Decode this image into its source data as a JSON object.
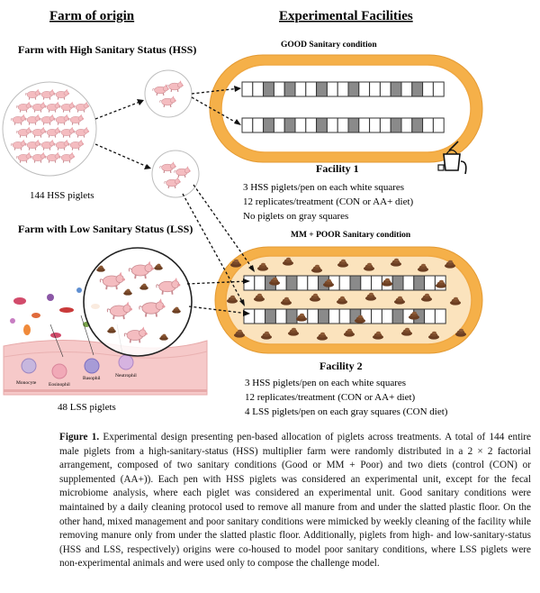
{
  "headings": {
    "farm_of_origin": "Farm of origin",
    "experimental_facilities": "Experimental Facilities"
  },
  "farm_hss": {
    "title": "Farm with High Sanitary Status (HSS)",
    "count_label": "144 HSS piglets"
  },
  "farm_lss": {
    "title": "Farm with Low Sanitary Status (LSS)",
    "count_label": "48 LSS piglets",
    "cells": {
      "monocyte": "Monocyte",
      "eosinophil": "Eosinophil",
      "basophil": "Basophil",
      "neutrophil": "Neutrophil"
    }
  },
  "facility1": {
    "condition": "GOOD Sanitary condition",
    "title": "Facility 1",
    "notes": [
      "3 HSS piglets/pen on each white squares",
      "12 replicates/treatment (CON or AA+ diet)",
      "No piglets on gray squares"
    ]
  },
  "facility2": {
    "condition": "MM + POOR Sanitary condition",
    "title": "Facility 2",
    "notes": [
      "3 HSS piglets/pen on each white squares",
      "12 replicates/treatment (CON or AA+ diet)",
      "4 LSS piglets/pen on each gray squares (CON diet)"
    ]
  },
  "caption": {
    "label": "Figure 1.",
    "text": "Experimental design presenting pen-based allocation of piglets across treatments. A total of 144 entire male piglets from a high-sanitary-status (HSS) multiplier farm were randomly distributed in a 2 × 2 factorial arrangement, composed of two sanitary conditions (Good or MM + Poor) and two diets (control (CON) or supplemented (AA+)). Each pen with HSS piglets was considered an experimental unit, except for the fecal microbiome analysis, where each piglet was considered an experimental unit. Good sanitary conditions were maintained by a daily cleaning protocol used to remove all manure from and under the slatted plastic floor. On the other hand, mixed management and poor sanitary conditions were mimicked by weekly cleaning of the facility while removing manure only from under the slatted plastic floor. Additionally, piglets from high- and low-sanitary-status (HSS and LSS, respectively) origins were co-housed to model poor sanitary conditions, where LSS piglets were non-experimental animals and were used only to compose the challenge model."
  },
  "colors": {
    "facility_orange": "#f5b049",
    "facility_fill": "#fbe3bd",
    "pen_gray": "#8a8a8a",
    "piglet_pink": "#f4bcc0",
    "manure_brown": "#7a4a2a",
    "tissue_pink": "#f6c9c9"
  }
}
